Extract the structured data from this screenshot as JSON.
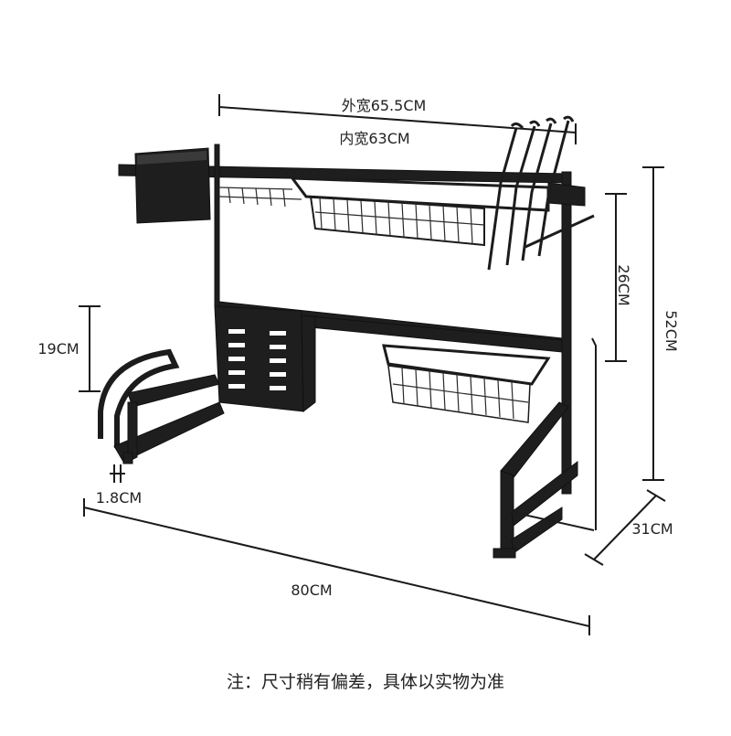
{
  "dimensions": {
    "outer_width": "外宽65.5CM",
    "inner_width": "内宽63CM",
    "upper_height": "26CM",
    "total_height": "52CM",
    "lower_height": "19CM",
    "foot_thickness": "1.8CM",
    "total_length": "80CM",
    "depth": "31CM"
  },
  "note": "注：尺寸稍有偏差，具体以实物为准",
  "colors": {
    "rack": "#1e1e1e",
    "line": "#1a1a1a",
    "text": "#222222"
  }
}
